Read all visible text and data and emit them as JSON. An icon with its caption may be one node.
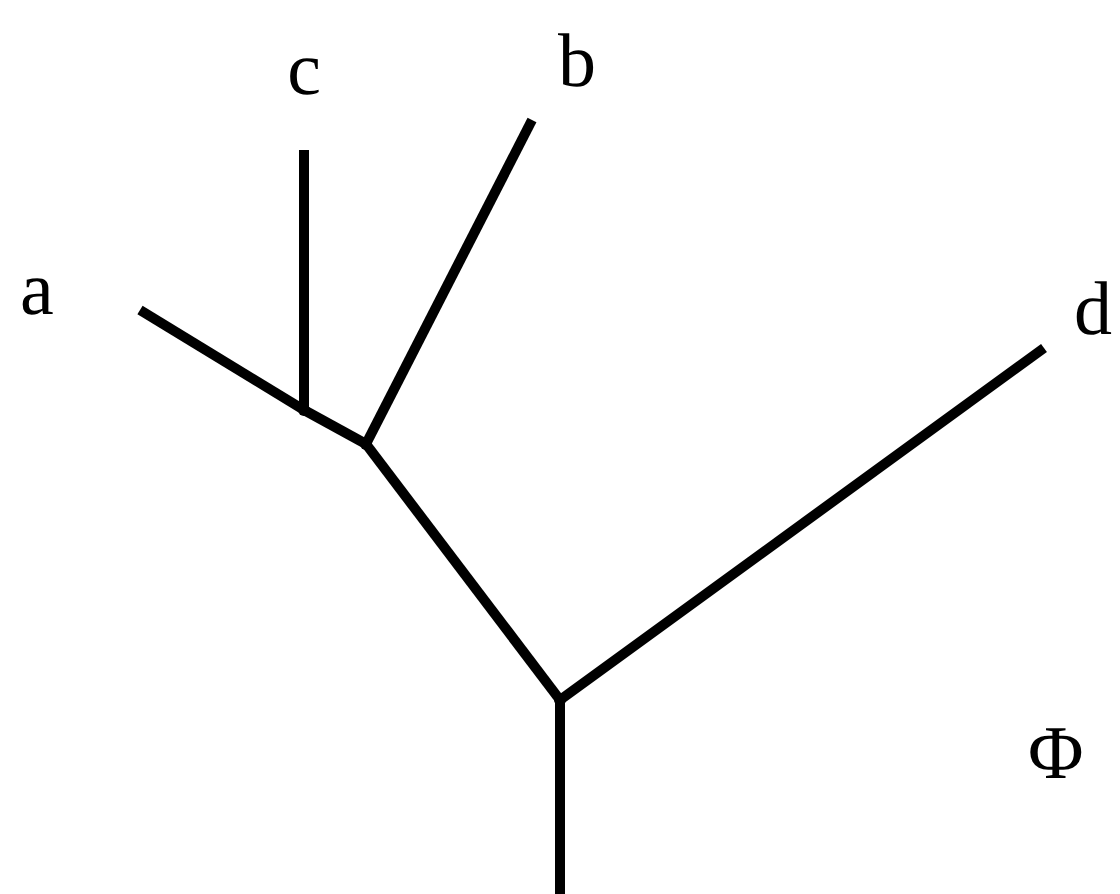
{
  "diagram": {
    "nodes": [
      {
        "text": [
          "a"
        ]
      },
      {
        "text": [
          "c"
        ]
      },
      {
        "text": [
          "b"
        ]
      },
      {
        "text": [
          "d"
        ]
      },
      {
        "text": [],
        "shape": "point"
      },
      {
        "text": [],
        "shape": "point"
      },
      {
        "text": [],
        "shape": "point"
      }
    ],
    "edges": [
      {
        "from": 0,
        "to": 4,
        "arrow": "none"
      },
      {
        "from": 1,
        "to": 4,
        "arrow": "none"
      },
      {
        "from": 4,
        "to": 5,
        "arrow": "none"
      },
      {
        "from": 2,
        "to": 5,
        "arrow": "none"
      },
      {
        "from": 5,
        "to": 6,
        "arrow": "none"
      },
      {
        "from": 3,
        "to": 6,
        "arrow": "none"
      },
      {
        "from": 6,
        "to": null,
        "arrow": "none"
      }
    ],
    "labels": [
      "Φ"
    ]
  }
}
